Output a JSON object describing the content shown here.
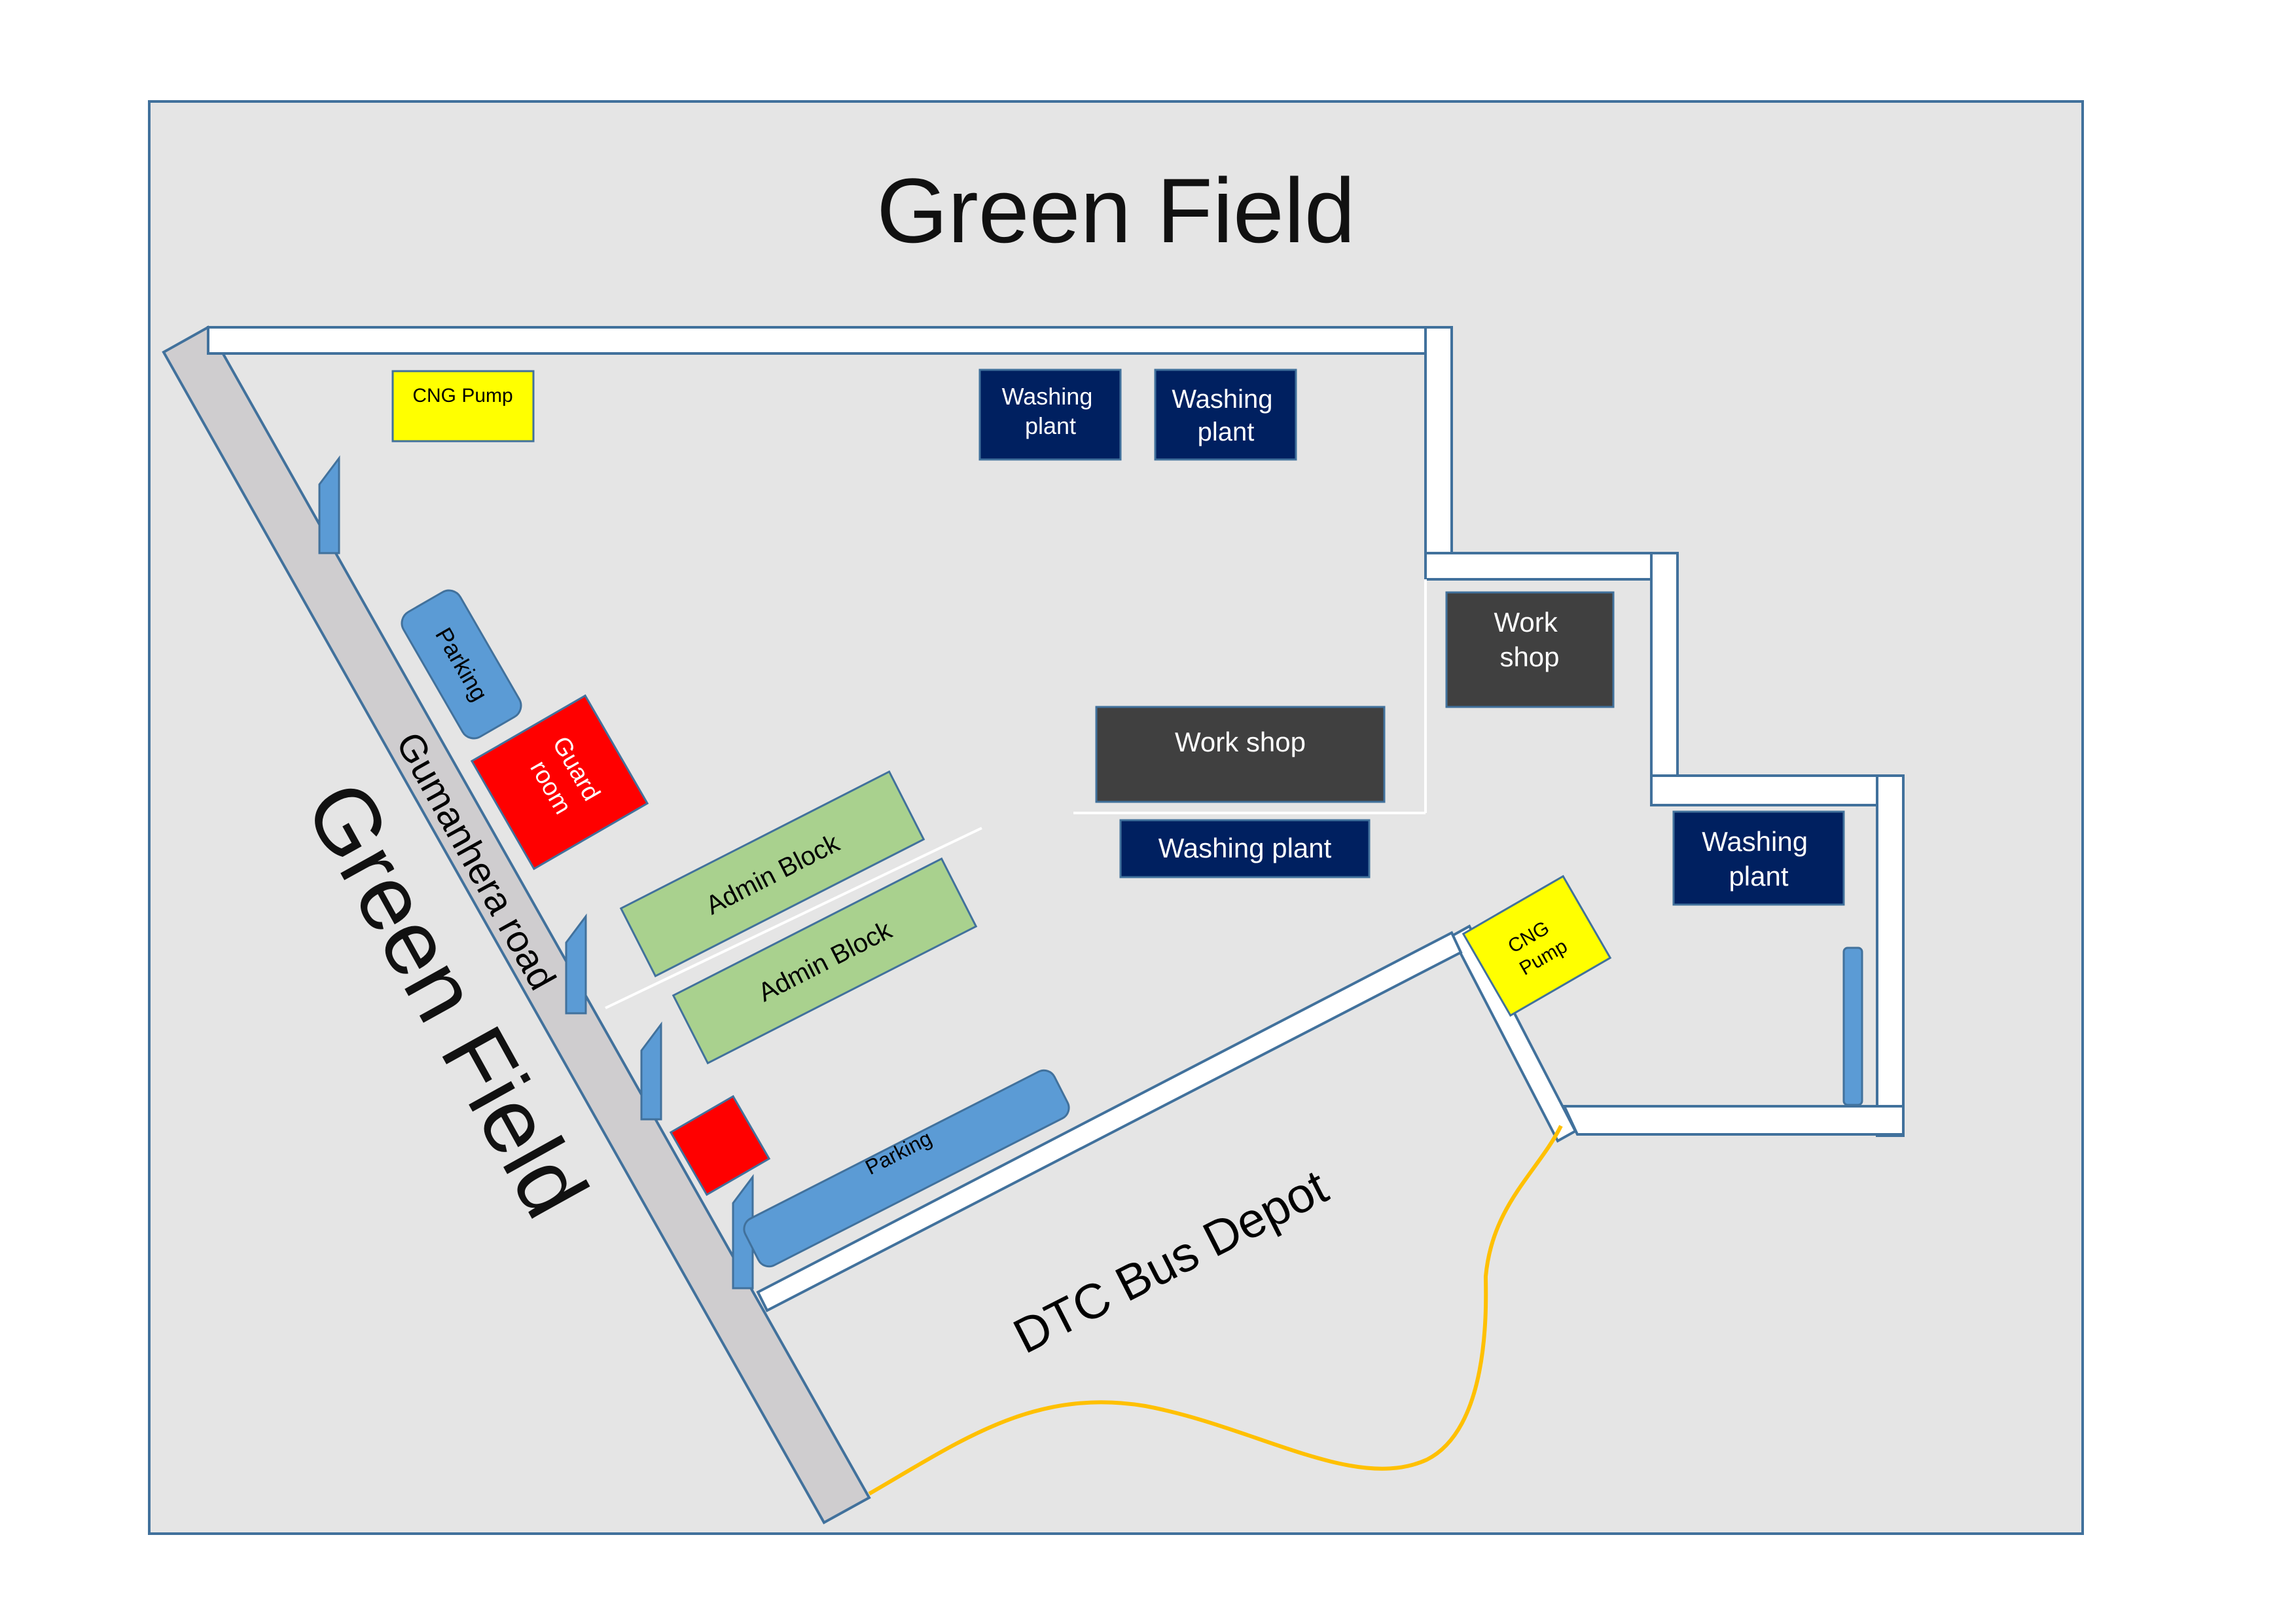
{
  "labels": {
    "green_field_top": "Green Field",
    "green_field_left": "Green Field",
    "road": "Gumanhera road",
    "dtc": "DTC Bus Depot"
  },
  "facilities": {
    "cng_pump_1": "CNG Pump",
    "cng_pump_2": "CNG\nPump",
    "washing_plant_1": "Washing\nplant",
    "washing_plant_2": "Washing\nplant",
    "washing_plant_3": "Washing plant",
    "washing_plant_4": "Washing\nplant",
    "workshop_1": "Work\nshop",
    "workshop_2": "Work shop",
    "parking_1": "Parking",
    "parking_2": "Parking",
    "guard_room": "Guard\nroom",
    "admin_block_1": "Admin Block",
    "admin_block_2": "Admin Block"
  },
  "colors": {
    "background": "#e5e5e5",
    "border": "#41719c",
    "road": "#cfcdcf",
    "cng": "#ffff00",
    "washing": "#002060",
    "workshop": "#404040",
    "parking": "#5b9bd5",
    "guard": "#ff0000",
    "admin": "#a9d18e",
    "trail": "#ffc000"
  }
}
